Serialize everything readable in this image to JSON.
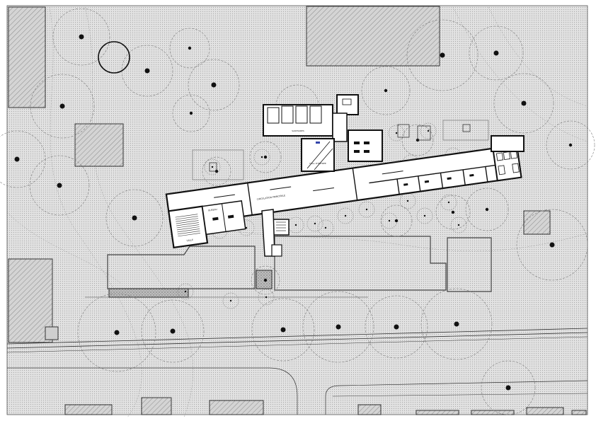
{
  "drawing": {
    "type": "architectural-site-plan",
    "background_color": "#d9d9d9",
    "line_color": "#222222",
    "accent_color": "#3344aa"
  },
  "labels": {
    "corridor_main": "CIRCULATION PRINCIPALE",
    "hall": "HALL D'ENTREE",
    "room_west": "SALLE",
    "room_office": "BUREAU",
    "room_sanitary": "SANITAIRES"
  },
  "counts": {
    "large_trees": 34,
    "small_trees": 28
  }
}
